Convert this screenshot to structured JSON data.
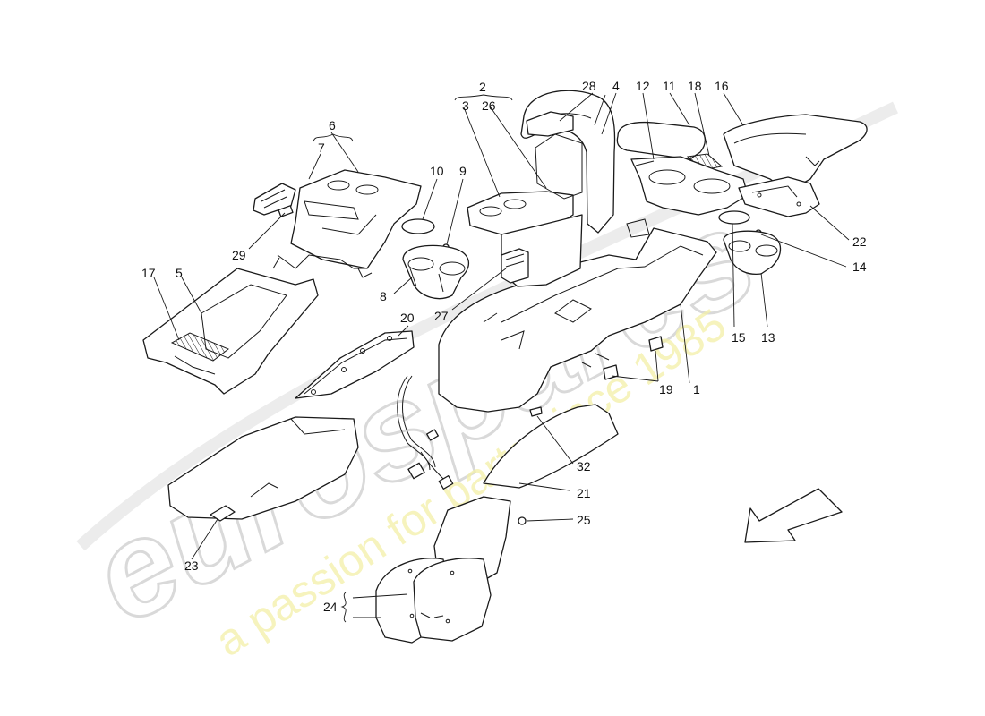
{
  "watermark": {
    "logo": "eurospares",
    "tagline": "a passion for parts since 1985",
    "logo_color": "#d9d9d9",
    "tagline_color": "#f3f0a8"
  },
  "callouts": {
    "c1": "1",
    "c2": "2",
    "c3": "3",
    "c4": "4",
    "c5": "5",
    "c6": "6",
    "c7": "7",
    "c8": "8",
    "c9": "9",
    "c10": "10",
    "c11": "11",
    "c12": "12",
    "c13": "13",
    "c14": "14",
    "c15": "15",
    "c16": "16",
    "c17": "17",
    "c18": "18",
    "c19": "19",
    "c20": "20",
    "c21": "21",
    "c22": "22",
    "c23": "23",
    "c24": "24",
    "c25": "25",
    "c26": "26",
    "c27": "27",
    "c28": "28",
    "c29": "29",
    "c32": "32"
  },
  "direction_arrow_icon": "arrow-down-left-icon"
}
